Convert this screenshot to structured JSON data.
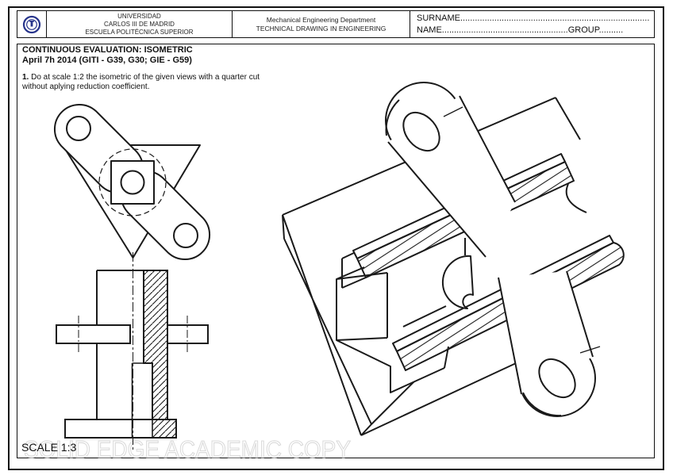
{
  "sheet": {
    "background": "#ffffff",
    "frame_color": "#111111",
    "line_color": "#1a1a1a"
  },
  "header": {
    "logo_icon": "uc3m-university-emblem",
    "logo_color": "#27348b",
    "university_lines": [
      "UNIVERSIDAD",
      "CARLOS III DE MADRID",
      "ESCUELA POLITÉCNICA SUPERIOR"
    ],
    "department_lines": [
      "Mechanical Engineering Department",
      "TECHNICAL DRAWING IN ENGINEERING"
    ],
    "surname_line": "SURNAME..............................................................................",
    "name_part": "NAME....................................................",
    "group_part": "GROUP.........."
  },
  "task": {
    "title_line1": "CONTINUOUS EVALUATION: ISOMETRIC",
    "title_line2": "April 7h 2014 (GITI - G39, G30; GIE - G59)",
    "instruction_number": "1.",
    "instruction_line1": " Do at scale 1:2 the isometric of the given views with a quarter cut",
    "instruction_line2": "without aplying reduction coefficient."
  },
  "footer": {
    "scale_label": "SCALE 1:3",
    "watermark": "SOLID EDGE ACADEMIC COPY",
    "watermark_color": "#d9d9d9"
  }
}
